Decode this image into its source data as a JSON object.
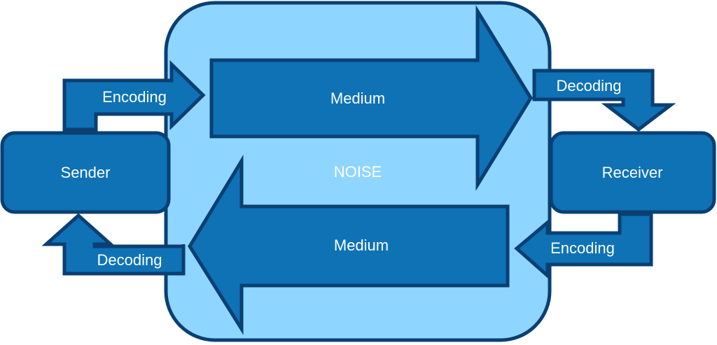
{
  "diagram": {
    "noise_label": "NOISE",
    "sender_label": "Sender",
    "receiver_label": "Receiver",
    "medium_top_label": "Medium",
    "medium_bottom_label": "Medium",
    "encoding_sender_label": "Encoding",
    "decoding_receiver_label": "Decoding",
    "encoding_receiver_label": "Encoding",
    "decoding_sender_label": "Decoding"
  },
  "colors": {
    "noise_fill": "#8ed6ff",
    "box_fill": "#0e72b5",
    "outline": "#0b3f73",
    "text": "#ffffff"
  }
}
